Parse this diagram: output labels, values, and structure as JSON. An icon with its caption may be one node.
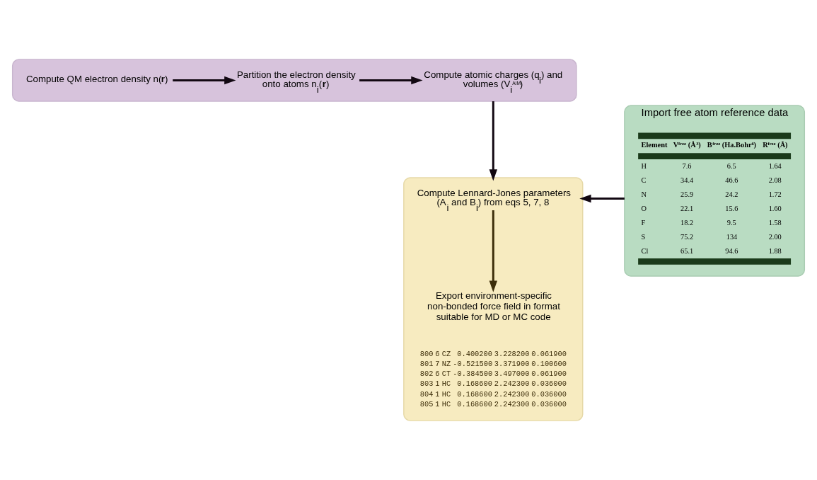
{
  "diagram": {
    "nodes": [
      {
        "text": [],
        "shape": "box"
      },
      {
        "text": [
          "Compute QM electron density n(**r**)"
        ],
        "in": 0
      },
      {
        "text": [
          "Partition the electron density onto atoms n$_{i}$(**r**)"
        ],
        "in": 0
      },
      {
        "text": [
          "Compute atomic charges (q$_{i}$) and volumes (V$_{i}$$^{AIM}$)"
        ],
        "in": 0
      },
      {
        "text": [
          "Import free atom reference data"
        ]
      },
      {
        "text": [],
        "shape": "box"
      },
      {
        "text": [
          "Compute Lennard-Jones parameters (A$_{i}$ and B$_{i}$) from eqs 5, 7, 8"
        ],
        "in": 5
      },
      {
        "text": [
          "Export environment-specific non-bonded force field in format suitable for MD or MC code"
        ],
        "in": 5
      }
    ],
    "edges": [
      {
        "from": 1,
        "to": 2,
        "arrow": "to"
      },
      {
        "from": 2,
        "to": 3,
        "arrow": "to"
      },
      {
        "from": 0,
        "to": 5,
        "arrow": "to"
      },
      {
        "from": 4,
        "to": 5,
        "arrow": "to"
      },
      {
        "from": 6,
        "to": 7,
        "arrow": "to",
        "color": "#3d2e0a"
      }
    ],
    "labels": [
      "Element",
      "V$^{free}$ (Å$^{3}$)",
      "B$^{free}$ (Ha.Bohr$^{6}$)",
      "R$^{free}$ (Å)",
      "H",
      "7.6",
      "6.5",
      "1.64",
      "C",
      "34.4",
      "46.6",
      "2.08",
      "N",
      "25.9",
      "24.2",
      "1.72",
      "O",
      "22.1",
      "15.6",
      "1.60",
      "F",
      "18.2",
      "9.5",
      "1.58",
      "S",
      "75.2",
      "134",
      "2.00",
      "Cl",
      "65.1",
      "94.6",
      "1.88",
      "800 6 CZ 0.400200 3.228200 0.061900",
      "801 7 NZ -0.521500 3.371900 0.100600",
      "802 6 CT -0.384500 3.497000 0.061900",
      "803 1 HC 0.168600 2.242300 0.036000",
      "804 1 HC 0.168600 2.242300 0.036000",
      "805 1 HC 0.168600 2.242300 0.036000"
    ]
  }
}
